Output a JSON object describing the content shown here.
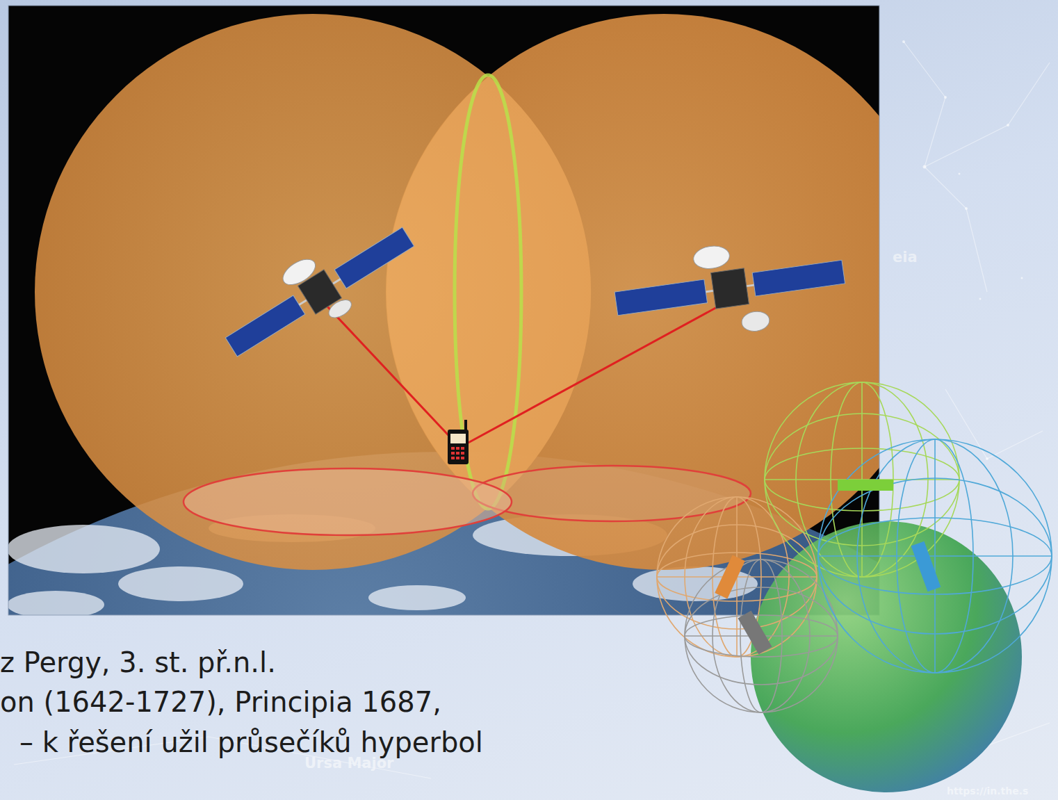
{
  "diagram": {
    "labels": [
      "z Pergy, 3. st. př.n.l.",
      "on (1642-1727), Principia 1687,",
      "– k řešení užil průsečíků hyperbol",
      "eia",
      "Ursa Major",
      "https://in.the.s"
    ]
  }
}
